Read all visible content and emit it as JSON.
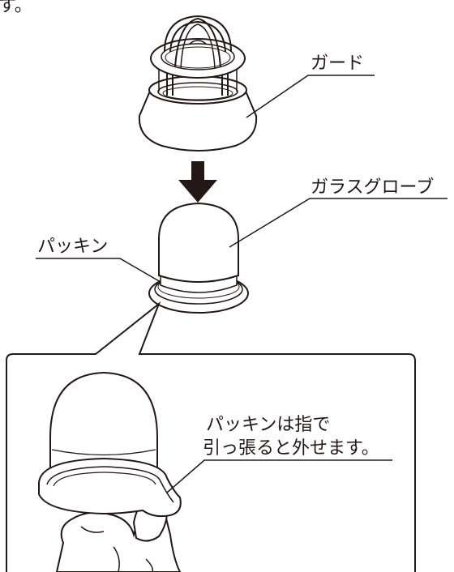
{
  "top_fragment": "す。",
  "labels": {
    "guard": "ガード",
    "glass_globe": "ガラスグローブ",
    "packing": "パッキン"
  },
  "callout": {
    "line1": "パッキンは指で",
    "line2": "引っ張ると外せます。"
  },
  "colors": {
    "ink": "#231815",
    "background": "#ffffff"
  }
}
